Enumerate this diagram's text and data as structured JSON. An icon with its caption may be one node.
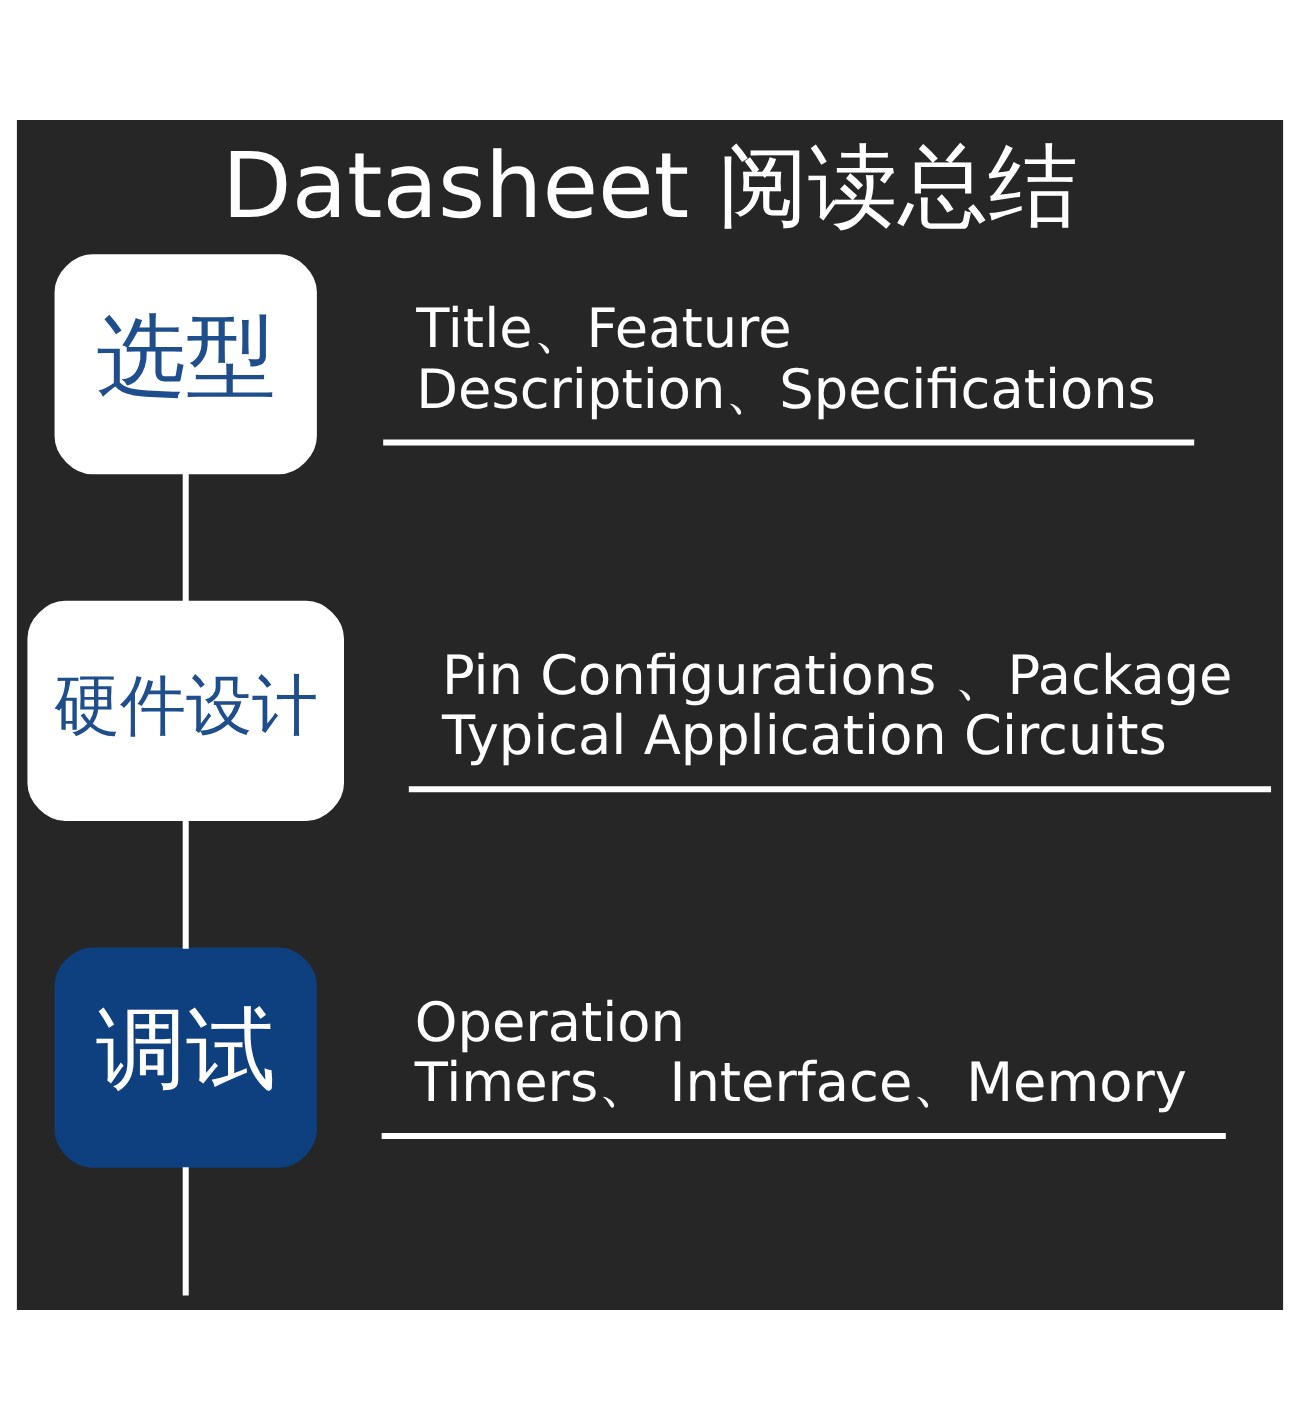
{
  "diagram": {
    "title": "Datasheet 阅读总结",
    "nodes": [
      {
        "text": [
          "选型"
        ],
        "beside": [
          "Title、Feature",
          "Description、Specifications"
        ]
      },
      {
        "text": [
          "硬件设计"
        ],
        "beside": [
          "Pin Configurations 、Package",
          "Typical Application Circuits"
        ]
      },
      {
        "text": [
          "调试"
        ],
        "beside": [
          "Operation",
          "Timers、 Interface、Memory"
        ]
      }
    ],
    "edges": [
      {
        "from": 0,
        "to": 1,
        "arrow": "none"
      },
      {
        "from": 1,
        "to": 2,
        "arrow": "none"
      },
      {
        "from": 2,
        "to": null,
        "arrow": "none"
      }
    ]
  }
}
